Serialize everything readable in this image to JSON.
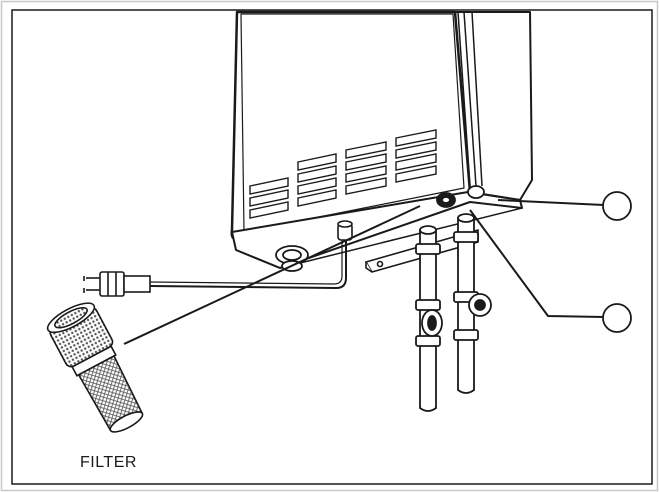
{
  "labels": {
    "filter": "FILTER"
  },
  "callouts": [
    {
      "id": "callout-1",
      "text": ""
    },
    {
      "id": "callout-2",
      "text": ""
    }
  ],
  "colors": {
    "line": "#1a1a1a",
    "frame": "#c8c8c8",
    "fill": "#ffffff"
  }
}
